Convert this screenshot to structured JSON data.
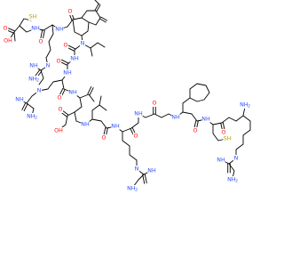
{
  "image": {
    "kind": "chemical-structure",
    "background": "#ffffff",
    "bond_color": "#000000"
  },
  "colors": {
    "N": "#3050F8",
    "O": "#FF0D0D",
    "S": "#B8A000",
    "C": "#000000"
  },
  "labels": {
    "sh_top": "SH",
    "oh_acid": "OH",
    "o_acid": "O",
    "nh_cys": "NH",
    "o_arg1": "O",
    "nh_arg1": "NH",
    "o_tic": "O",
    "n_tic": "N",
    "nh_ile1": "NH",
    "o_ile1": "O",
    "nh_arg2": "NH",
    "o_arg2": "O",
    "nh_asp": "NH",
    "o_asp": "O",
    "oh_asp": "OH",
    "o_asp_side": "O",
    "nh_ile2": "NH",
    "o_ile2": "O",
    "nh_arg3": "NH",
    "o_arg3": "O",
    "nh_gly": "NH",
    "o_gly": "O",
    "nh_cha": "NH",
    "o_cha": "O",
    "nh_cys2": "NH",
    "o_cys2": "O",
    "sh_bottom": "SH",
    "nh2_term": "NH",
    "nh2_term_h": "2",
    "guan1_nh": "NH",
    "guan1_nh2": "NH",
    "guan1_h2": "2",
    "guan1_n": "N",
    "guan2_nh": "NH",
    "guan2_nh2": "NH",
    "guan2_h2": "2",
    "guan2_n": "N",
    "guan3_nh": "NH",
    "guan3_nh2": "NH",
    "guan3_h2": "2",
    "guan3_n": "N",
    "guan4_nh": "NH",
    "guan4_nh2": "NH",
    "guan4_h2": "2",
    "guan4_n": "N"
  }
}
